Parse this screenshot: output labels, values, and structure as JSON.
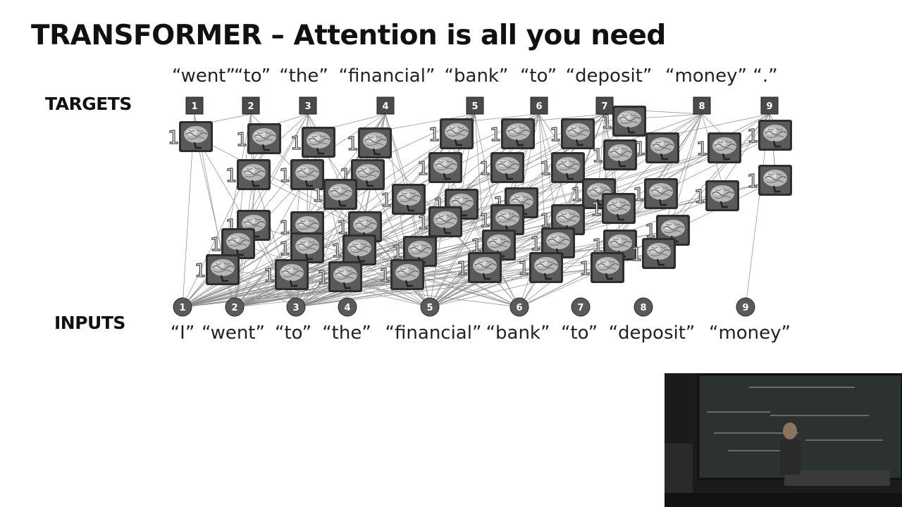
{
  "title": "TRANSFORMER – Attention is all you need",
  "labels": {
    "targets": "TARGETS",
    "inputs": "INPUTS"
  },
  "target_words": [
    "“went”",
    "“to”",
    "“the”",
    "“financial”",
    "“bank”",
    "“to”",
    "“deposit”",
    "“money”",
    "“.”"
  ],
  "input_words": [
    "“I”",
    "“went”",
    "“to”",
    "“the”",
    "“financial”",
    "“bank”",
    "“to”",
    "“deposit”",
    "“money”"
  ],
  "target_nodes": [
    "1",
    "2",
    "3",
    "4",
    "5",
    "6",
    "7",
    "8",
    "9"
  ],
  "input_nodes": [
    "1",
    "2",
    "3",
    "4",
    "5",
    "6",
    "7",
    "8",
    "9"
  ],
  "weight_label": "1",
  "icons": {
    "unit": "brain-icon",
    "inset": "lecturer-video-inset"
  }
}
